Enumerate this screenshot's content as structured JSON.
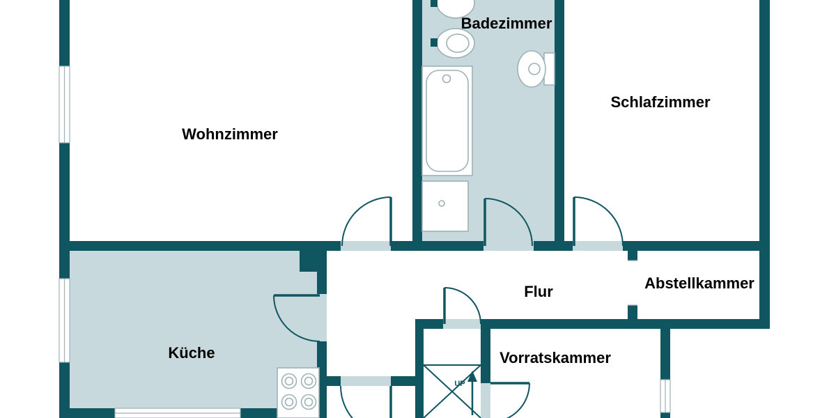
{
  "document": {
    "type": "floor-plan",
    "language": "de"
  },
  "colors": {
    "wall_color": "#0f5660",
    "room_fill": "#c7d9dd",
    "fixture_line": "#9db1b6",
    "text_color": "#000000",
    "background": "#ffffff"
  },
  "rooms": {
    "wohnzimmer": {
      "label": "Wohnzimmer"
    },
    "badezimmer": {
      "label": "Badezimmer"
    },
    "schlafzimmer": {
      "label": "Schlafzimmer"
    },
    "flur": {
      "label": "Flur"
    },
    "abstellkammer": {
      "label": "Abstellkammer"
    },
    "kueche": {
      "label": "Küche"
    },
    "vorratskammer": {
      "label": "Vorratskammer"
    }
  },
  "stairs": {
    "direction_label": "UP"
  },
  "fixtures": [
    "sink",
    "sink",
    "bathtub",
    "shower",
    "toilet",
    "stove",
    "stairs"
  ]
}
